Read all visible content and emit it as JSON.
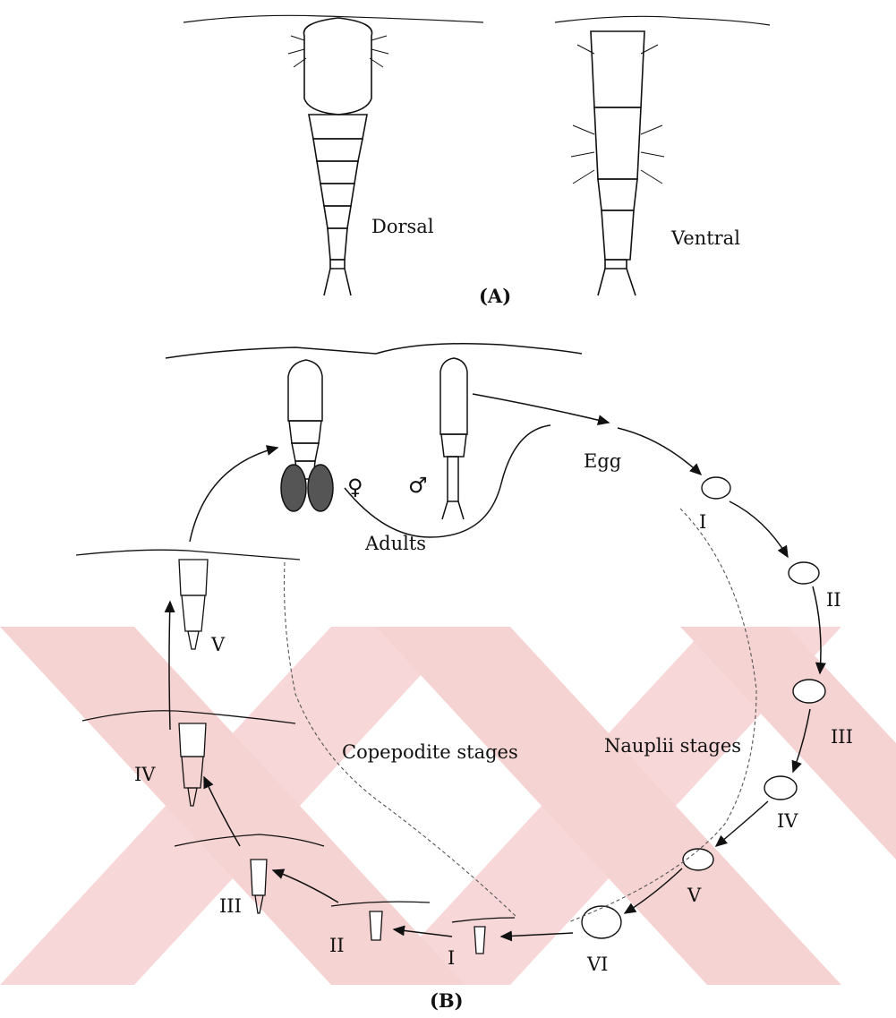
{
  "panel_a": {
    "label": "(A)",
    "dorsal_label": "Dorsal",
    "ventral_label": "Ventral"
  },
  "panel_b": {
    "label": "(B)",
    "adults_label": "Adults",
    "female_symbol": "♀",
    "male_symbol": "♂",
    "egg_label": "Egg",
    "nauplii_label": "Nauplii stages",
    "copepodite_label": "Copepodite stages",
    "nauplii_stages": [
      "I",
      "II",
      "III",
      "IV",
      "V",
      "VI"
    ],
    "copepodite_stages": [
      "I",
      "II",
      "III",
      "IV",
      "V"
    ]
  },
  "colors": {
    "ink": "#111111",
    "watermark": "#f6d3d3"
  }
}
